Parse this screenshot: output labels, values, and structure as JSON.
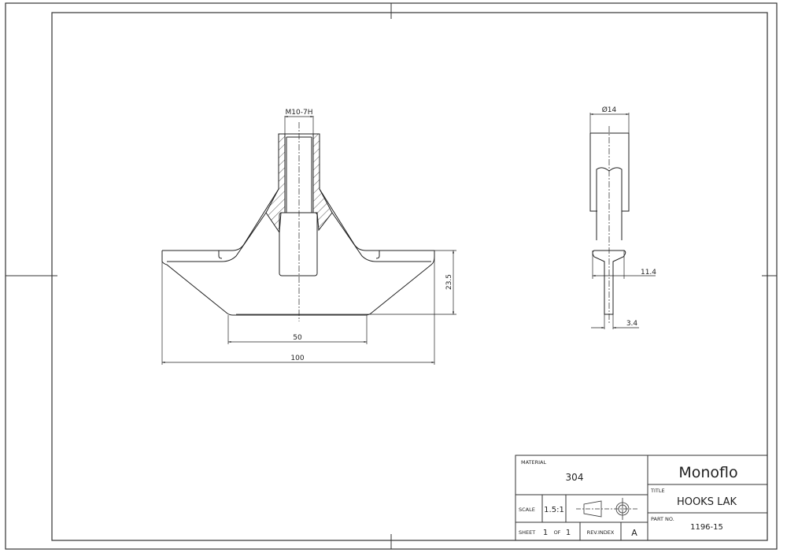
{
  "drawing": {
    "front_view": {
      "thread_callout": "M10-7H",
      "dim_base_inner": "50",
      "dim_base_outer": "100",
      "dim_height": "23.5"
    },
    "side_view": {
      "dim_diameter": "Ø14",
      "dim_head": "11.4",
      "dim_shank": "3.4"
    }
  },
  "title_block": {
    "material_label": "MATERIAL",
    "material_value": "304",
    "company": "Monoflo",
    "title_label": "TITLE",
    "title_value": "HOOKS LAK",
    "scale_label": "SCALE",
    "scale_value": "1.5:1",
    "part_no_label": "PART NO.",
    "part_no_value": "1196-15",
    "sheet_label": "SHEET",
    "sheet_num": "1",
    "of_label": "OF",
    "sheet_total": "1",
    "rev_label": "REV.INDEX",
    "rev_value": "A"
  },
  "colors": {
    "line": "#222222",
    "background": "#ffffff"
  }
}
